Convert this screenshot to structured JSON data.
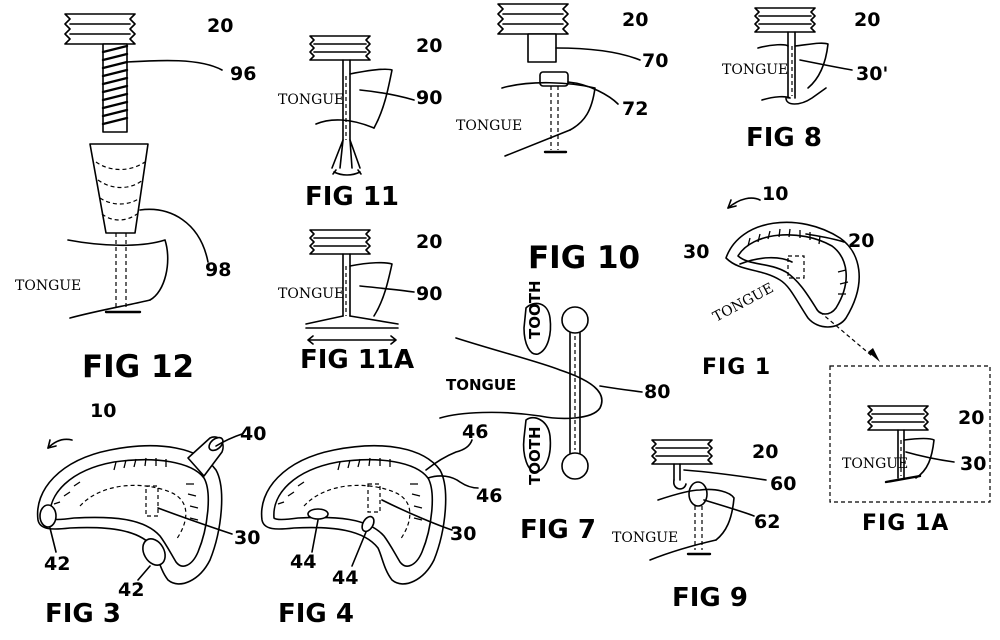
{
  "fig12": {
    "caption": "FIG 12",
    "ref_20": "20",
    "ref_96": "96",
    "ref_98": "98",
    "tongue": "TONGUE"
  },
  "fig11": {
    "caption": "FIG 11",
    "ref_20": "20",
    "ref_90": "90",
    "tongue": "TONGUE"
  },
  "fig11a": {
    "caption": "FIG 11A",
    "ref_20": "20",
    "ref_90": "90",
    "tongue": "TONGUE"
  },
  "fig10": {
    "caption": "FIG 10",
    "ref_20": "20",
    "ref_70": "70",
    "ref_72": "72",
    "tongue": "TONGUE"
  },
  "fig8": {
    "caption": "FIG 8",
    "ref_20": "20",
    "ref_30p": "30'",
    "tongue": "TONGUE"
  },
  "fig1": {
    "caption": "FIG 1",
    "ref_10": "10",
    "ref_20": "20",
    "ref_30": "30",
    "tongue": "TONGUE"
  },
  "fig1a": {
    "caption": "FIG 1A",
    "ref_20": "20",
    "ref_30": "30",
    "tongue": "TONGUE"
  },
  "fig7": {
    "caption": "FIG 7",
    "ref_80": "80",
    "tongue": "TONGUE",
    "tooth_top": "TOOTH",
    "tooth_bottom": "TOOTH"
  },
  "fig9": {
    "caption": "FIG 9",
    "ref_20": "20",
    "ref_60": "60",
    "ref_62": "62",
    "tongue": "TONGUE"
  },
  "fig3": {
    "caption": "FIG 3",
    "ref_10": "10",
    "ref_40": "40",
    "ref_30": "30",
    "ref_42a": "42",
    "ref_42b": "42"
  },
  "fig4": {
    "caption": "FIG 4",
    "ref_46a": "46",
    "ref_46b": "46",
    "ref_30": "30",
    "ref_44a": "44",
    "ref_44b": "44"
  }
}
